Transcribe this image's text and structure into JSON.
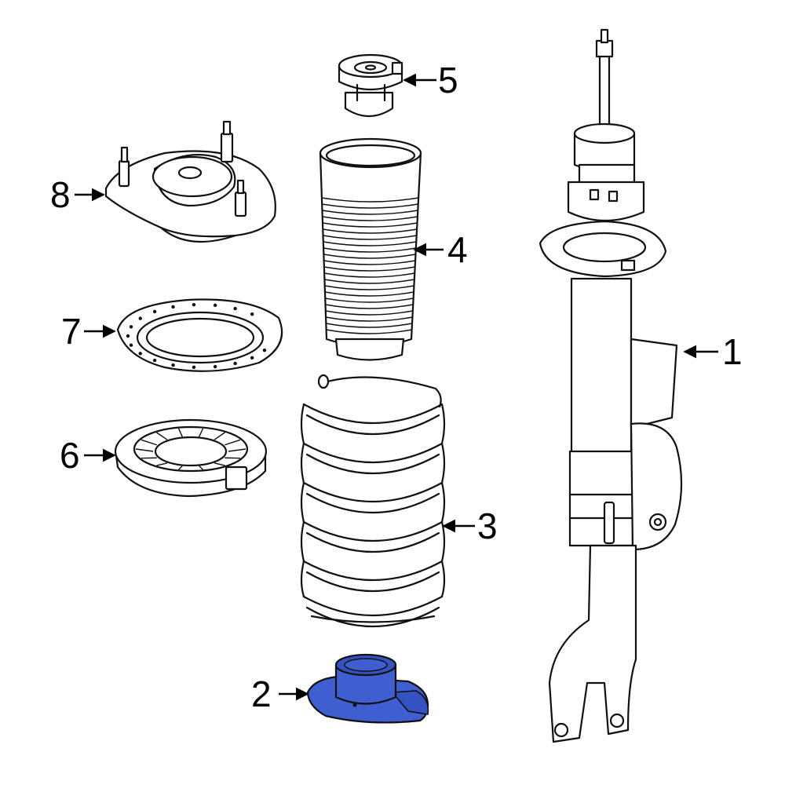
{
  "callouts": {
    "c1": "1",
    "c2": "2",
    "c3": "3",
    "c4": "4",
    "c5": "5",
    "c6": "6",
    "c7": "7",
    "c8": "8"
  },
  "colors": {
    "highlight": "#3f5fd0",
    "line": "#111111",
    "background": "#ffffff"
  }
}
